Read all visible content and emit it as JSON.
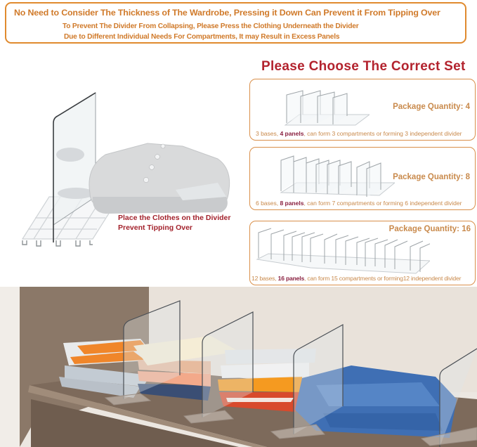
{
  "banner": {
    "line1": "No Need to Consider The Thickness of The Wardrobe, Pressing it Down Can Prevent it From Tipping Over",
    "line2": "To Prevent The Divider From Collapsing, Please Press the Clothing Underneath the Divider",
    "line3": "Due to Different Individual Needs For Compartments, It may Result in Excess Panels"
  },
  "heading": "Please Choose The Correct Set",
  "sets": [
    {
      "quantity_label": "Package Quantity: 4",
      "desc_prefix": "3 bases, ",
      "desc_panels": "4 panels",
      "desc_suffix": ", can form 3 compartments or forming 3 independent divider",
      "panels": 4
    },
    {
      "quantity_label": "Package Quantity: 8",
      "desc_prefix": "6 bases, ",
      "desc_panels": "8 panels",
      "desc_suffix": ", can form 7 compartments or forming 6 independent divider",
      "panels": 8
    },
    {
      "quantity_label": "Package Quantity: 16",
      "desc_prefix": "12 bases, ",
      "desc_panels": "16 panels",
      "desc_suffix": ", can form 15 compartments or forming12 independent divider",
      "panels": 16
    }
  ],
  "illustration": {
    "caption_line1": "Place the Clothes on the Divider",
    "caption_line2": "Prevent Tipping Over"
  },
  "colors": {
    "accent_orange": "#e08a2e",
    "heading_red": "#b3232e",
    "tan_text": "#c98a4c",
    "panels_emphasis": "#8a2140"
  }
}
